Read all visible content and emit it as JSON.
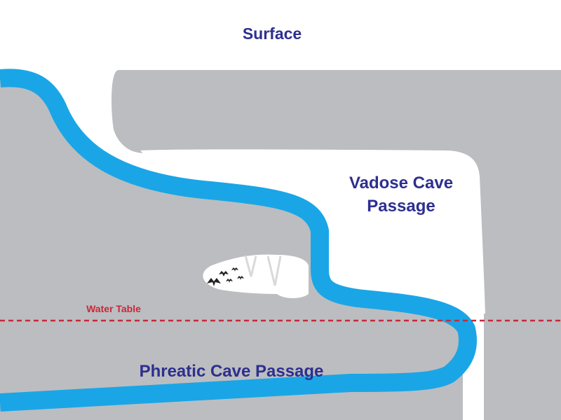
{
  "labels": {
    "surface": "Surface",
    "vadose_line1": "Vadose Cave",
    "vadose_line2": "Passage",
    "water_table": "Water Table",
    "phreatic": "Phreatic Cave Passage"
  },
  "colors": {
    "rock": "#bcbdc0",
    "water": "#1aa6e6",
    "air": "#ffffff",
    "label_text": "#2d2f8f",
    "water_table_line": "#c8283a",
    "bats": "#222222"
  },
  "icons": [
    "bat-icon"
  ]
}
